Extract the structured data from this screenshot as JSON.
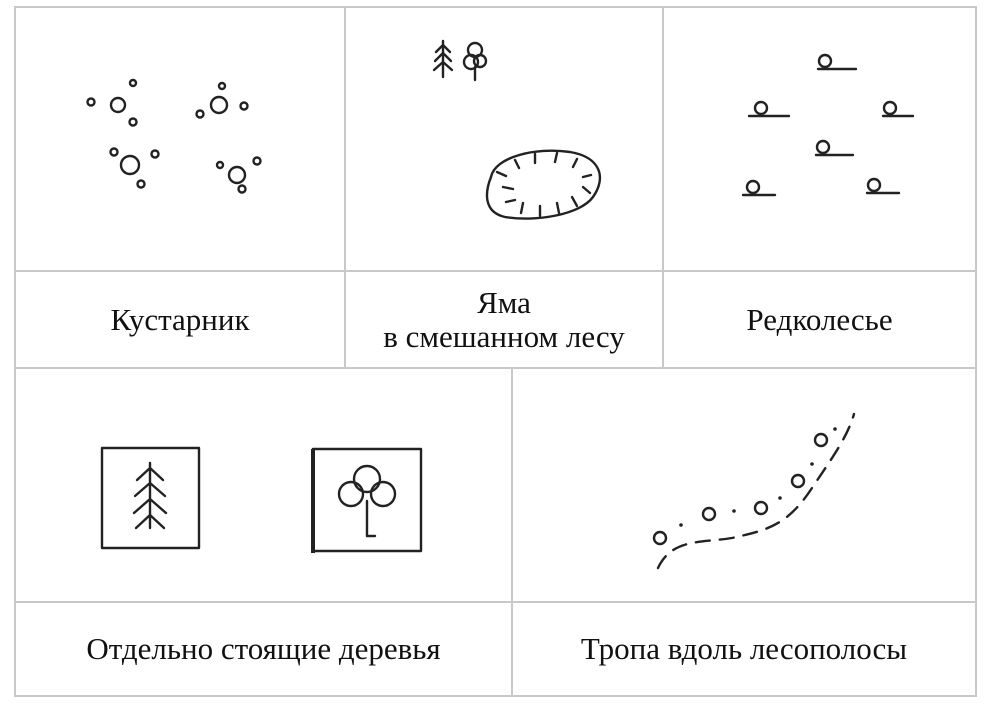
{
  "symbols": [
    {
      "label": "Кустарник",
      "icon": "shrub-symbol"
    },
    {
      "label_line1": "Яма",
      "label_line2": "в смешанном лесу",
      "icon": "pit-in-mixed-forest-symbol"
    },
    {
      "label": "Редколесье",
      "icon": "sparse-forest-symbol"
    },
    {
      "label": "Отдельно стоящие деревья",
      "icon": "standalone-trees-symbol"
    },
    {
      "label": "Тропа вдоль лесополосы",
      "icon": "path-along-forest-belt-symbol"
    }
  ],
  "colors": {
    "grid": "#c8c8c8",
    "ink": "#222222",
    "background": "#ffffff"
  }
}
